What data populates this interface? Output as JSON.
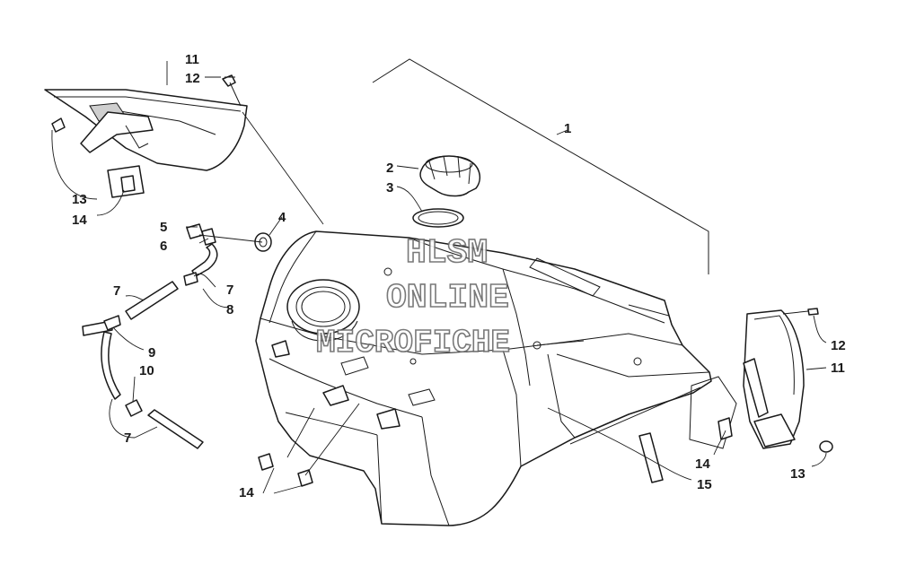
{
  "watermark": {
    "line1": "HLSM",
    "line2": "ONLINE",
    "line3": "MICROFICHE"
  },
  "callouts": {
    "c1": "1",
    "c2": "2",
    "c3": "3",
    "c4": "4",
    "c5": "5",
    "c6": "6",
    "c7a": "7",
    "c7b": "7",
    "c7c": "7",
    "c8": "8",
    "c9": "9",
    "c10": "10",
    "c11a": "11",
    "c11b": "11",
    "c12a": "12",
    "c12b": "12",
    "c13a": "13",
    "c13b": "13",
    "c14a": "14",
    "c14b": "14",
    "c14c": "14",
    "c15": "15"
  }
}
